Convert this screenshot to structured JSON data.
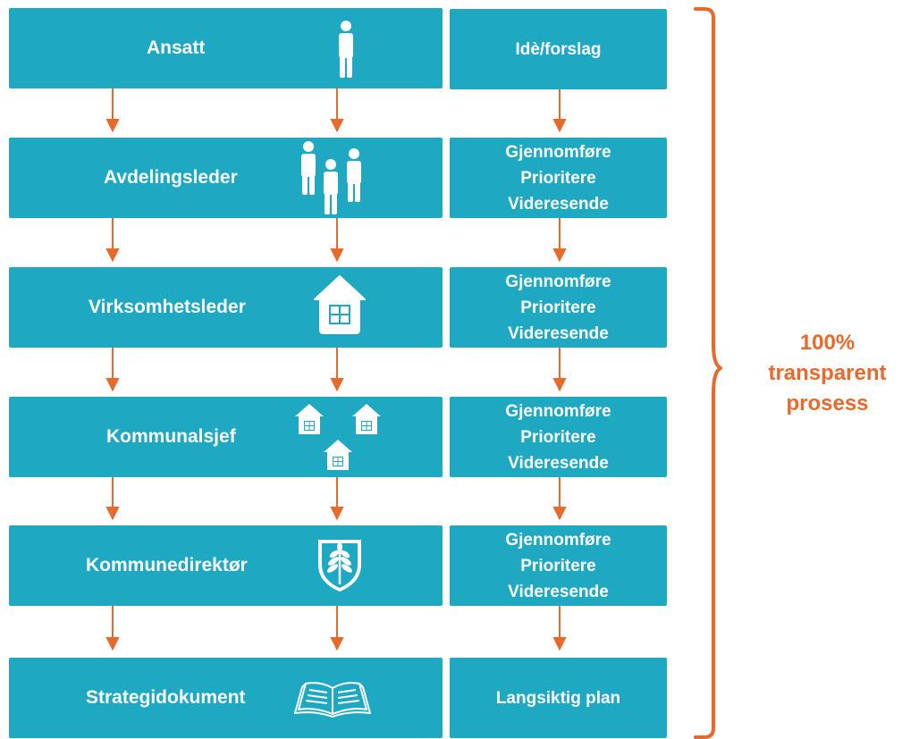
{
  "colors": {
    "box": "#1fa8c2",
    "accent": "#e8692c",
    "text": "#ffffff"
  },
  "levels": [
    {
      "role": "Ansatt",
      "icon": "person-icon",
      "actions": [
        "Idè/forslag"
      ]
    },
    {
      "role": "Avdelingsleder",
      "icon": "people-group-icon",
      "actions": [
        "Gjennomføre",
        "Prioritere",
        "Videresende"
      ]
    },
    {
      "role": "Virksomhetsleder",
      "icon": "house-icon",
      "actions": [
        "Gjennomføre",
        "Prioritere",
        "Videresende"
      ]
    },
    {
      "role": "Kommunalsjef",
      "icon": "houses-icon",
      "actions": [
        "Gjennomføre",
        "Prioritere",
        "Videresende"
      ]
    },
    {
      "role": "Kommunedirektør",
      "icon": "coat-of-arms-icon",
      "actions": [
        "Gjennomføre",
        "Prioritere",
        "Videresende"
      ]
    },
    {
      "role": "Strategidokument",
      "icon": "open-book-icon",
      "actions": [
        "Langsiktig plan"
      ]
    }
  ],
  "bracket_label": [
    "100%",
    "transparent",
    "prosess"
  ]
}
